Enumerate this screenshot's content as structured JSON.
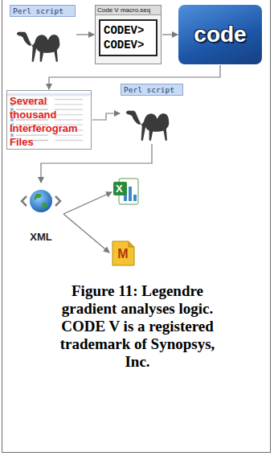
{
  "diagram": {
    "caption": "Figure 11: Legendre gradient analyses logic. CODE V is a registered trademark of Synopsys, Inc.",
    "nodes": [
      {
        "text": [
          "Perl script"
        ]
      },
      {
        "text": [
          "Code V macro.seq",
          "CODEV>",
          "CODEV>"
        ]
      },
      {
        "text": [
          "code"
        ]
      },
      {
        "text": [
          "Several thousand Interferogram Files"
        ]
      },
      {
        "text": [
          "Perl script"
        ]
      },
      {
        "text": [
          "XML"
        ]
      },
      {
        "text": [
          "X"
        ]
      },
      {
        "text": [
          "M"
        ]
      }
    ],
    "edges": [
      {
        "from": 0,
        "to": 1,
        "arrow": "to"
      },
      {
        "from": 1,
        "to": 2,
        "arrow": "to"
      },
      {
        "from": 2,
        "to": 3,
        "arrow": "to"
      },
      {
        "from": 3,
        "to": 4,
        "arrow": "to"
      },
      {
        "from": 4,
        "to": 5,
        "arrow": "to"
      },
      {
        "from": 5,
        "to": 6,
        "arrow": "to"
      },
      {
        "from": 5,
        "to": 7,
        "arrow": "to"
      }
    ]
  }
}
